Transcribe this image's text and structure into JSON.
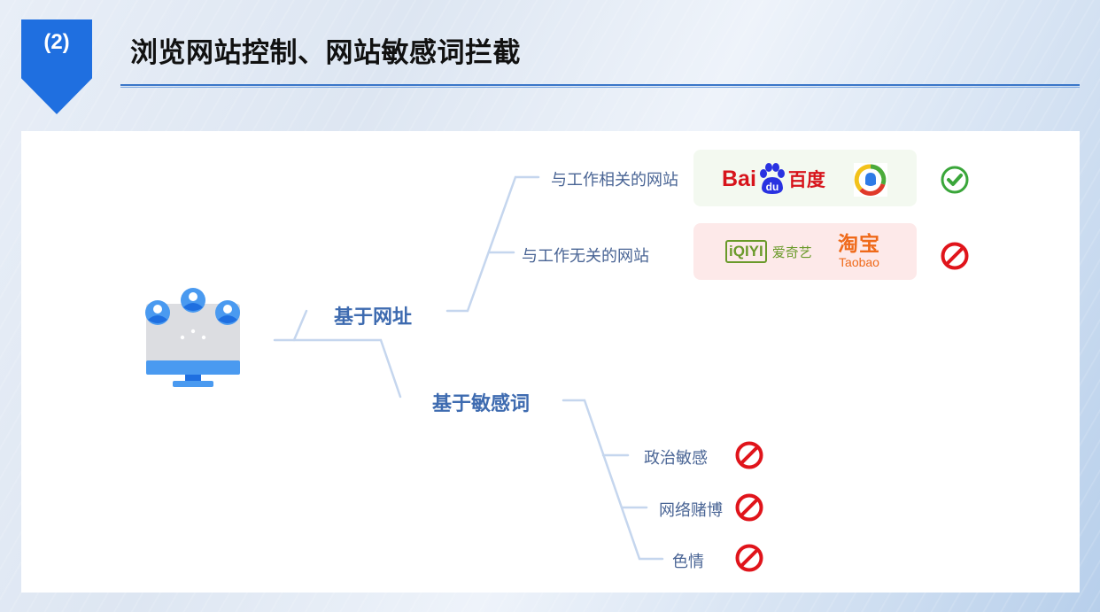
{
  "header": {
    "section_number": "(2)",
    "title": "浏览网站控制、网站敏感词拦截"
  },
  "colors": {
    "badge": "#1f6fe0",
    "title_rule": "#3a76c8",
    "main_node_text": "#3e6bb0",
    "sub_node_text": "#4a6595",
    "connector": "#c5d6ee",
    "allowed_green": "#3aa63a",
    "blocked_red": "#e0141b",
    "allowed_box_bg": "#f3f9f0",
    "blocked_box_bg": "#fde9e9"
  },
  "mindmap": {
    "root_icon": "monitor-users-icon",
    "branches": [
      {
        "label": "基于网址",
        "children": [
          {
            "label": "与工作相关的网站",
            "status": "allowed",
            "status_icon": "check-circle-icon",
            "logos": [
              {
                "name": "baidu-logo",
                "text_latin": "Bai",
                "text_paw": "du",
                "text_cn": "百度"
              },
              {
                "name": "tencent-news-logo"
              }
            ]
          },
          {
            "label": "与工作无关的网站",
            "status": "blocked",
            "status_icon": "prohibited-icon",
            "logos": [
              {
                "name": "iqiyi-logo",
                "text_latin": "iQIYI",
                "text_cn": "爱奇艺"
              },
              {
                "name": "taobao-logo",
                "text_cn": "淘宝",
                "text_latin": "Taobao"
              }
            ]
          }
        ]
      },
      {
        "label": "基于敏感词",
        "children": [
          {
            "label": "政治敏感",
            "status": "blocked",
            "status_icon": "prohibited-icon"
          },
          {
            "label": "网络赌博",
            "status": "blocked",
            "status_icon": "prohibited-icon"
          },
          {
            "label": "色情",
            "status": "blocked",
            "status_icon": "prohibited-icon"
          }
        ]
      }
    ]
  }
}
